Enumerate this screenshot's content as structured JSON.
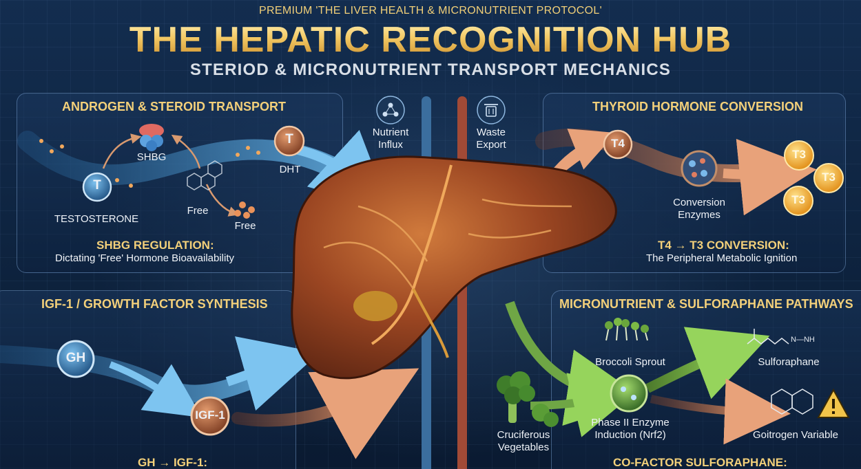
{
  "header": {
    "premium": "PREMIUM  'THE LIVER HEALTH & MICRONUTRIENT PROTOCOL'",
    "title": "THE HEPATIC RECOGNITION HUB",
    "subtitle": "STERIOD & MICRONUTRIENT TRANSPORT MECHANICS"
  },
  "center": {
    "nutrient_influx": "Nutrient\nInflux",
    "waste_export": "Waste\nExport",
    "nutrient_icon": "molecule-icon",
    "waste_icon": "trash-icon"
  },
  "androgen": {
    "title": "ANDROGEN & STEROID TRANSPORT",
    "t_badge": "T",
    "t_label": "TESTOSTERONE",
    "shbg": "SHBG",
    "dht_badge": "T",
    "dht_label": "DHT",
    "free1": "Free",
    "free2": "Free",
    "regulation_title": "SHBG REGULATION:",
    "regulation_text": "Dictating 'Free' Hormone Bioavailability"
  },
  "thyroid": {
    "title": "THYROID HORMONE CONVERSION",
    "t4_badge": "T4",
    "t3_badges": [
      "T3",
      "T3",
      "T3"
    ],
    "enzymes_label": "Conversion\nEnzymes",
    "conversion_title": "T4 → T3 CONVERSION:",
    "conversion_text": "The Peripheral Metabolic Ignition"
  },
  "igf": {
    "title": "IGF-1 / GROWTH FACTOR SYNTHESIS",
    "gh_badge": "GH",
    "igf_badge": "IGF-1",
    "bottom_title": "GH → IGF-1:"
  },
  "micronutrient": {
    "title": "MICRONUTRIENT & SULFORAPHANE PATHWAYS",
    "broccoli_sprout": "Broccoli Sprout",
    "cruciferous": "Cruciferous\nVegetables",
    "phase2": "Phase II Enzyme\nInduction (Nrf2)",
    "sulforaphane": "Sulforaphane",
    "goitrogen": "Goitrogen Variable",
    "warning_icon": "warning-icon",
    "bottom_title": "CO-FACTOR SULFORAPHANE:"
  },
  "colors": {
    "gold": "#f3c964",
    "blue_flow": "#4f9fd8",
    "copper_flow": "#c8774a",
    "green_flow": "#7fb24a",
    "liver": "#9c4a22",
    "t3_glow": "#ffb92e"
  }
}
